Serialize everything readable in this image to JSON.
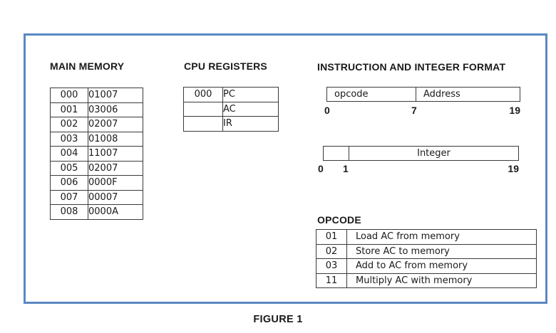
{
  "colors": {
    "frame_border": "#5b87c3",
    "table_border": "#3a3a3a",
    "text": "#1a1a1a"
  },
  "main_memory": {
    "title": "MAIN MEMORY",
    "rows": [
      {
        "addr": "000",
        "value": "01007"
      },
      {
        "addr": "001",
        "value": "03006"
      },
      {
        "addr": "002",
        "value": "02007"
      },
      {
        "addr": "003",
        "value": "01008"
      },
      {
        "addr": "004",
        "value": "11007"
      },
      {
        "addr": "005",
        "value": "02007"
      },
      {
        "addr": "006",
        "value": "0000F"
      },
      {
        "addr": "007",
        "value": "00007"
      },
      {
        "addr": "008",
        "value": "0000A"
      }
    ]
  },
  "cpu_registers": {
    "title": "CPU REGISTERS",
    "rows": [
      {
        "value": "000",
        "register": "PC"
      },
      {
        "value": "",
        "register": "AC"
      },
      {
        "value": "",
        "register": "IR"
      }
    ]
  },
  "instruction_format": {
    "section_title": "INSTRUCTION AND INTEGER FORMAT",
    "instruction": {
      "field1": "opcode",
      "field2": "Address",
      "ticks": [
        "0",
        "7",
        "19"
      ]
    },
    "integer": {
      "field1": "",
      "field2": "Integer",
      "ticks": [
        "0",
        "1",
        "19"
      ]
    }
  },
  "opcode_table": {
    "title": "OPCODE",
    "rows": [
      {
        "code": "01",
        "description": "Load AC from memory"
      },
      {
        "code": "02",
        "description": "Store AC to memory"
      },
      {
        "code": "03",
        "description": "Add to AC from memory"
      },
      {
        "code": "11",
        "description": "Multiply AC with memory"
      }
    ]
  },
  "caption": "FIGURE 1"
}
